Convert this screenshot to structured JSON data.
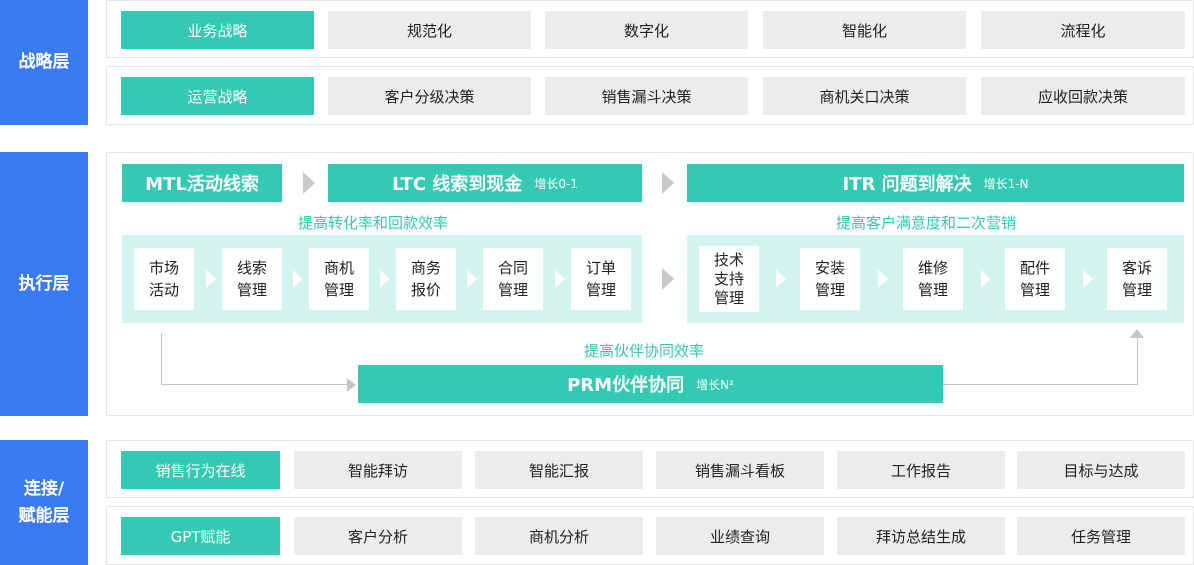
{
  "layers": {
    "strategy": "战略层",
    "execution": "执行层",
    "connect_line1": "连接/",
    "connect_line2": "赋能层"
  },
  "strategy": {
    "row1": {
      "lead": "业务战略",
      "items": [
        "规范化",
        "数字化",
        "智能化",
        "流程化"
      ]
    },
    "row2": {
      "lead": "运营战略",
      "items": [
        "客户分级决策",
        "销售漏斗决策",
        "商机关口决策",
        "应收回款决策"
      ]
    }
  },
  "execution": {
    "mtl": {
      "title": "MTL活动线索"
    },
    "ltc": {
      "title": "LTC 线索到现金",
      "tag": "增长0-1",
      "subtitle": "提高转化率和回款效率",
      "steps": [
        [
          "市场",
          "活动"
        ],
        [
          "线索",
          "管理"
        ],
        [
          "商机",
          "管理"
        ],
        [
          "商务",
          "报价"
        ],
        [
          "合同",
          "管理"
        ],
        [
          "订单",
          "管理"
        ]
      ]
    },
    "itr": {
      "title": "ITR 问题到解决",
      "tag": "增长1-N",
      "subtitle": "提高客户满意度和二次营销",
      "steps": [
        [
          "技术",
          "支持",
          "管理"
        ],
        [
          "安装",
          "管理"
        ],
        [
          "维修",
          "管理"
        ],
        [
          "配件",
          "管理"
        ],
        [
          "客诉",
          "管理"
        ]
      ]
    },
    "prm": {
      "title": "PRM伙伴协同",
      "tag": "增长N²",
      "subtitle": "提高伙伴协同效率"
    }
  },
  "connect": {
    "row1": {
      "lead": "销售行为在线",
      "items": [
        "智能拜访",
        "智能汇报",
        "销售漏斗看板",
        "工作报告",
        "目标与达成"
      ]
    },
    "row2": {
      "lead": "GPT赋能",
      "items": [
        "客户分析",
        "商机分析",
        "业绩查询",
        "拜访总结生成",
        "任务管理"
      ]
    }
  },
  "colors": {
    "accent": "#33c9b3",
    "layer_blue": "#3a7bf4",
    "cell_gray": "#ececec",
    "band": "#d3f3ee"
  }
}
